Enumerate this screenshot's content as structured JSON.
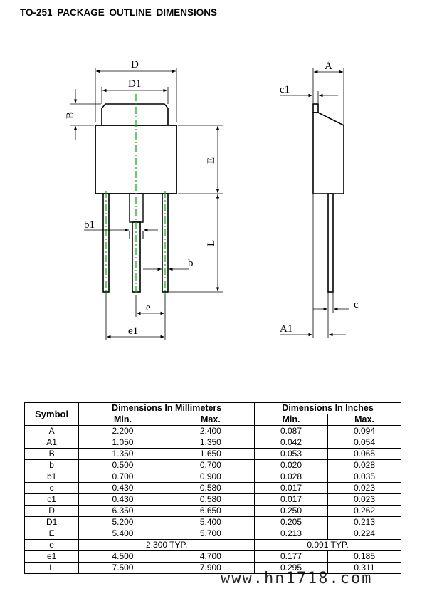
{
  "title": "TO-251 PACKAGE OUTLINE DIMENSIONS",
  "labels": {
    "D": "D",
    "D1": "D1",
    "B": "B",
    "E": "E",
    "L": "L",
    "b1": "b1",
    "b": "b",
    "e": "e",
    "e1": "e1",
    "A": "A",
    "c1": "c1",
    "c": "c",
    "A1": "A1"
  },
  "table": {
    "symbol_header": "Symbol",
    "mm_header": "Dimensions In Millimeters",
    "in_header": "Dimensions In Inches",
    "min": "Min.",
    "max": "Max.",
    "rows": [
      {
        "symbol": "A",
        "mm_min": "2.200",
        "mm_max": "2.400",
        "in_min": "0.087",
        "in_max": "0.094"
      },
      {
        "symbol": "A1",
        "mm_min": "1.050",
        "mm_max": "1.350",
        "in_min": "0.042",
        "in_max": "0.054"
      },
      {
        "symbol": "B",
        "mm_min": "1.350",
        "mm_max": "1.650",
        "in_min": "0.053",
        "in_max": "0.065"
      },
      {
        "symbol": "b",
        "mm_min": "0.500",
        "mm_max": "0.700",
        "in_min": "0.020",
        "in_max": "0.028"
      },
      {
        "symbol": "b1",
        "mm_min": "0.700",
        "mm_max": "0.900",
        "in_min": "0.028",
        "in_max": "0.035"
      },
      {
        "symbol": "c",
        "mm_min": "0.430",
        "mm_max": "0.580",
        "in_min": "0.017",
        "in_max": "0.023"
      },
      {
        "symbol": "c1",
        "mm_min": "0.430",
        "mm_max": "0.580",
        "in_min": "0.017",
        "in_max": "0.023"
      },
      {
        "symbol": "D",
        "mm_min": "6.350",
        "mm_max": "6.650",
        "in_min": "0.250",
        "in_max": "0.262"
      },
      {
        "symbol": "D1",
        "mm_min": "5.200",
        "mm_max": "5.400",
        "in_min": "0.205",
        "in_max": "0.213"
      },
      {
        "symbol": "E",
        "mm_min": "5.400",
        "mm_max": "5.700",
        "in_min": "0.213",
        "in_max": "0.224"
      },
      {
        "symbol": "e",
        "mm_typ": "2.300 TYP.",
        "in_typ": "0.091 TYP."
      },
      {
        "symbol": "e1",
        "mm_min": "4.500",
        "mm_max": "4.700",
        "in_min": "0.177",
        "in_max": "0.185"
      },
      {
        "symbol": "L",
        "mm_min": "7.500",
        "mm_max": "7.900",
        "in_min": "0.295",
        "in_max": "0.311"
      }
    ]
  },
  "watermark": "www.hn1718.com"
}
